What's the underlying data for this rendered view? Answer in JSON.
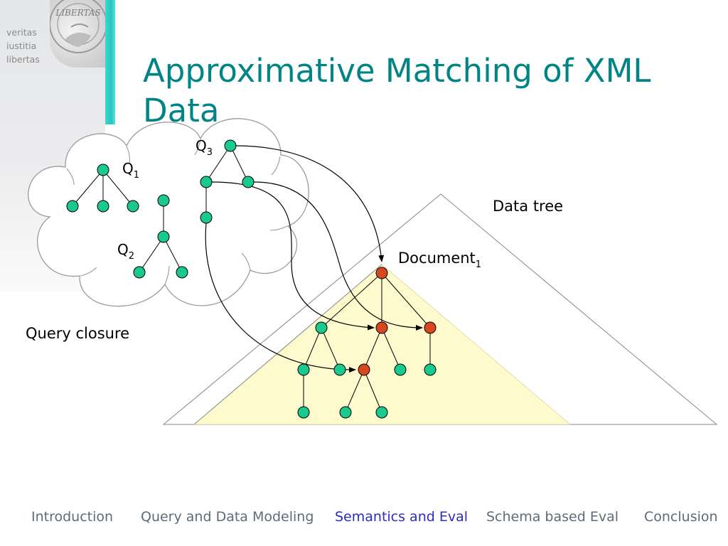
{
  "header": {
    "motto": [
      "veritas",
      "iustitia",
      "libertas"
    ],
    "seal_text": "LIBERTAS"
  },
  "title": {
    "line1": "Approximative Matching of XML",
    "line2": "Data"
  },
  "diagram": {
    "labels": {
      "q1": "Q",
      "q1_sub": "1",
      "q2": "Q",
      "q2_sub": "2",
      "q3": "Q",
      "q3_sub": "3",
      "data_tree": "Data tree",
      "document": "Document",
      "document_sub": "1",
      "query_closure": "Query closure"
    },
    "colors": {
      "query_node": "#19c98e",
      "matched_node": "#d8481e",
      "document_fill": "#fffacd",
      "accent": "#008486"
    }
  },
  "nav": {
    "items": [
      {
        "label": "Introduction",
        "active": false
      },
      {
        "label": "Query and Data Modeling",
        "active": false
      },
      {
        "label": "Semantics and Eval",
        "active": true
      },
      {
        "label": "Schema based Eval",
        "active": false
      },
      {
        "label": "Conclusion",
        "active": false
      }
    ]
  }
}
